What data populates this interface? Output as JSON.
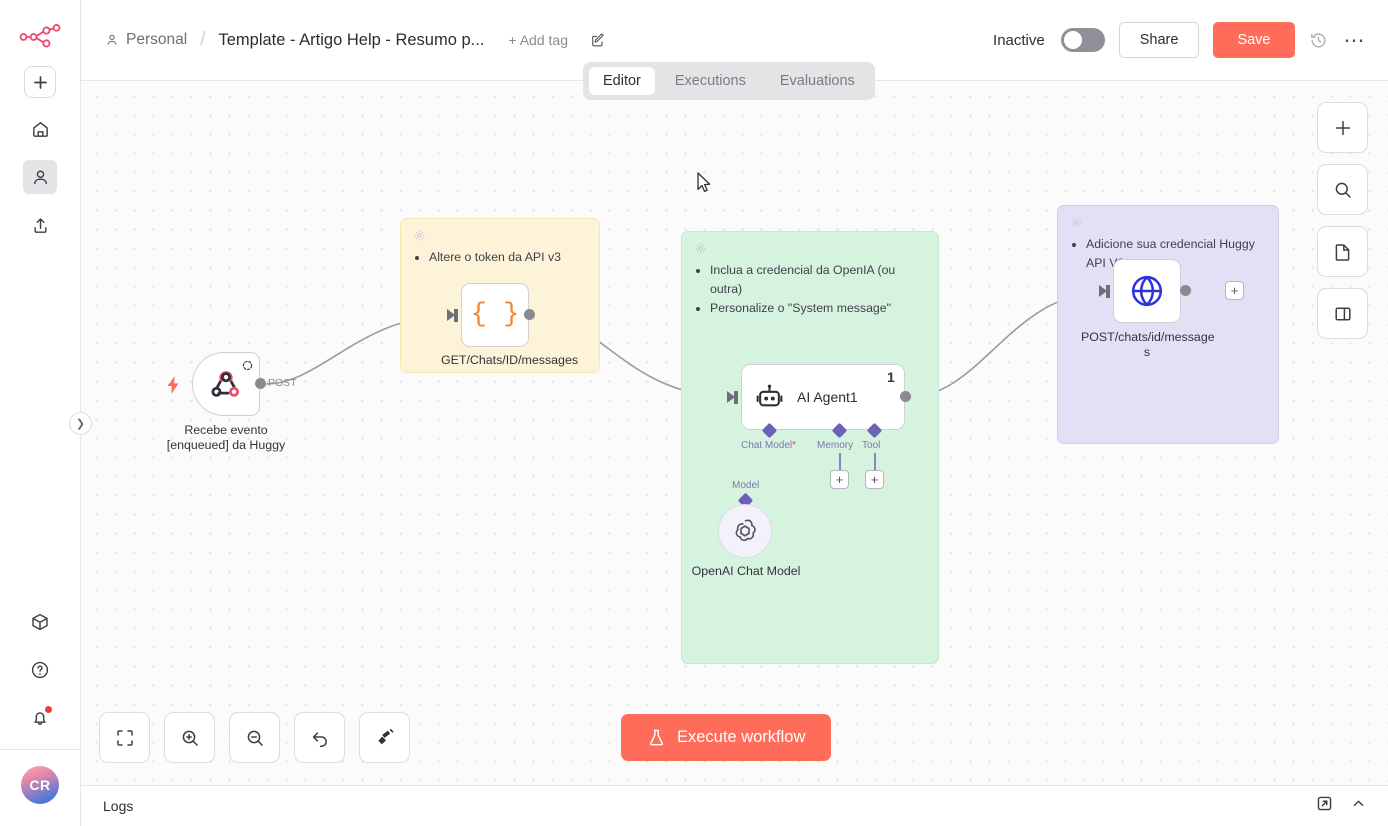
{
  "sidebar": {
    "logo": "n8n-logo",
    "items": [
      {
        "name": "add-button",
        "icon": "plus-icon",
        "active": false
      },
      {
        "name": "home",
        "icon": "home-icon",
        "active": false
      },
      {
        "name": "personal",
        "icon": "person-icon",
        "active": true
      },
      {
        "name": "shared",
        "icon": "upload-icon",
        "active": false
      }
    ],
    "bottom_items": [
      {
        "name": "templates",
        "icon": "box-icon"
      },
      {
        "name": "help",
        "icon": "question-circle-icon"
      },
      {
        "name": "notifications",
        "icon": "bell-icon",
        "badge": true
      }
    ],
    "avatar_initials": "CR"
  },
  "header": {
    "owner": "Personal",
    "separator": "/",
    "workflow_title": "Template - Artigo Help - Resumo p...",
    "add_tag_label": "+ Add tag",
    "edit_icon": "edit-pencil-icon",
    "activation_label": "Inactive",
    "activation_state": "off",
    "share_label": "Share",
    "save_label": "Save",
    "history_icon": "history-clock-icon",
    "more_icon": "ellipsis-icon",
    "save_color": "#ff6d5a"
  },
  "tabs": [
    {
      "label": "Editor",
      "active": true
    },
    {
      "label": "Executions",
      "active": false
    },
    {
      "label": "Evaluations",
      "active": false
    }
  ],
  "canvas": {
    "notes": [
      {
        "color": "yellow",
        "hex": "#fdf3d8",
        "gear_icon": "gear-icon",
        "bullets": [
          "Altere o token da API v3"
        ]
      },
      {
        "color": "green",
        "hex": "#d6f3e0",
        "gear_icon": "gear-icon",
        "bullets": [
          "Inclua a credencial da OpenIA (ou outra)",
          "Personalize o \"System message\""
        ]
      },
      {
        "color": "purple",
        "hex": "#e3e0f5",
        "gear_icon": "gear-icon",
        "bullets": [
          "Adicione sua credencial Huggy API V3"
        ]
      }
    ],
    "nodes": [
      {
        "id": "trigger",
        "label": "Recebe evento\n[enqueued] da Huggy",
        "label_line1": "Recebe evento",
        "label_line2": "[enqueued] da Huggy",
        "icon": "webhook-icon",
        "output_label": "POST",
        "pin_icon": "refresh-icon",
        "bolt_icon": "lightning-icon"
      },
      {
        "id": "code",
        "label": "GET/Chats/ID/messages",
        "icon": "code-braces-icon",
        "icon_color": "#f5862f"
      },
      {
        "id": "agent",
        "label": "AI Agent1",
        "icon": "robot-icon",
        "badge": "1",
        "sub_connectors": [
          {
            "label": "Chat Model",
            "required": true
          },
          {
            "label": "Memory",
            "required": false
          },
          {
            "label": "Tool",
            "required": false
          }
        ]
      },
      {
        "id": "chat-model",
        "label": "OpenAI Chat Model",
        "icon": "openai-icon",
        "connector_label": "Model"
      },
      {
        "id": "http",
        "label_line1": "POST/chats/id/message",
        "label_line2": "s",
        "label": "POST/chats/id/messages",
        "icon": "globe-icon",
        "icon_color": "#2d34d6"
      }
    ]
  },
  "bottom_toolbar": [
    {
      "name": "fit-to-view-button",
      "icon": "fit-screen-icon"
    },
    {
      "name": "zoom-in-button",
      "icon": "zoom-in-icon"
    },
    {
      "name": "zoom-out-button",
      "icon": "zoom-out-icon"
    },
    {
      "name": "reset-zoom-button",
      "icon": "undo-icon"
    },
    {
      "name": "tidy-up-button",
      "icon": "broom-icon"
    }
  ],
  "execute": {
    "label": "Execute workflow",
    "icon": "flask-icon",
    "color": "#ff6d5a"
  },
  "right_toolbar": [
    {
      "name": "add-node-button",
      "icon": "plus-icon"
    },
    {
      "name": "search-nodes-button",
      "icon": "search-icon"
    },
    {
      "name": "add-sticky-note-button",
      "icon": "note-icon"
    },
    {
      "name": "toggle-panel-button",
      "icon": "panel-icon"
    }
  ],
  "logs": {
    "title": "Logs",
    "popout_icon": "open-external-icon",
    "collapse_icon": "chevron-up-icon"
  }
}
